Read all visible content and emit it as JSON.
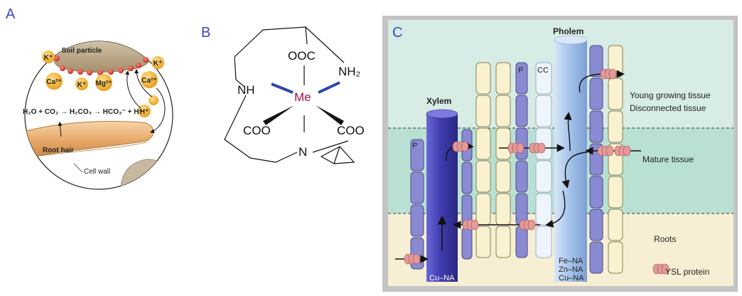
{
  "panel_a": {
    "letter": "A",
    "soil_particle": "Soil particle",
    "ions": {
      "k_top_left": "K⁺",
      "k_top_right": "K⁺",
      "ca_left": "Ca²⁺",
      "k_mid": "K⁺",
      "mg": "Mg²⁺",
      "ca_right": "Ca²⁺",
      "h_small": "H⁺"
    },
    "equation": "H₂O + CO₂ → H₂CO₃ → HCO₃⁻ + H⁺",
    "root_hair": "Root hair",
    "cell_wall": "Cell wall"
  },
  "panel_b": {
    "letter": "B",
    "ooc": "OOC",
    "nh2": "NH₂",
    "nh": "NH",
    "metal": "Me",
    "coo_left": "COO",
    "coo_right": "COO",
    "n": "N",
    "metal_color": "#a0143c",
    "bond_color": "#2b47a8"
  },
  "panel_c": {
    "letter": "C",
    "pholem": "Pholem",
    "xylem": "Xylem",
    "p_left": "P",
    "p_right": "P",
    "cc": "CC",
    "young_line1": "Young growing tissue",
    "young_line2": "Disconnected tissue",
    "mature": "Mature tissue",
    "roots": "Roots",
    "xylem_cargo": "Cu–NA",
    "phloem_cargo": [
      "Fe–NA",
      "Zn–NA",
      "Cu–NA"
    ],
    "ysl_legend": "YSL protein",
    "colors": {
      "young_band": "#d6ece4",
      "mature_band": "#b9e0d3",
      "roots_band": "#f7efd4",
      "frame": "#b8b8b8",
      "xylem_tube": "#4a47b8",
      "phloem_tube": "#a8c6ec",
      "cell_yellow": "#f8f2d0",
      "cell_blue": "#8a8ad2",
      "ysl_pink": "#e49a9a"
    }
  }
}
